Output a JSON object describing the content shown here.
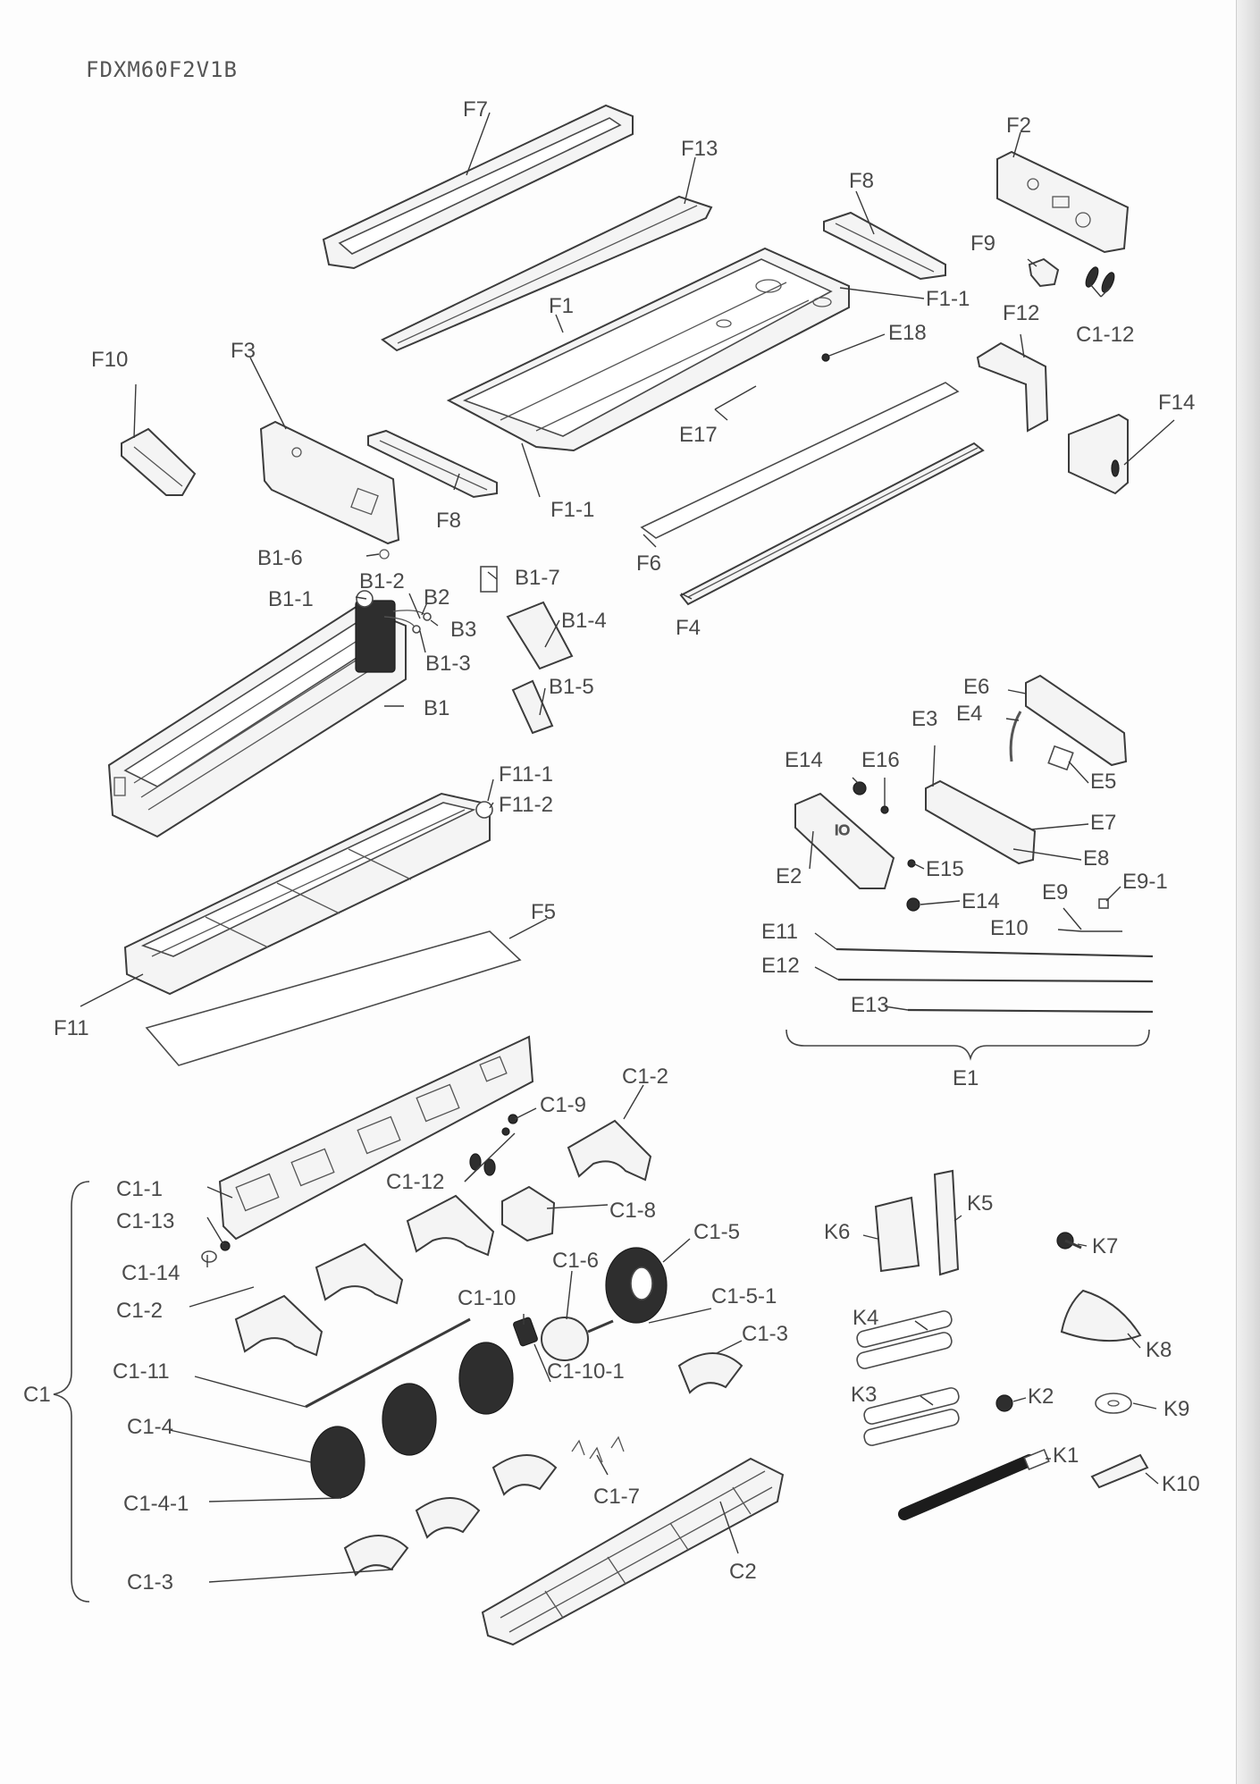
{
  "model": "FDXM60F2V1B",
  "labels": {
    "F7": "F7",
    "F13": "F13",
    "F8_top": "F8",
    "F2": "F2",
    "F9": "F9",
    "F1_1_top": "F1-1",
    "F1": "F1",
    "E18": "E18",
    "F12": "F12",
    "C1_12_top": "C1-12",
    "F10": "F10",
    "F3": "F3",
    "F14": "F14",
    "E17": "E17",
    "F8_mid": "F8",
    "F1_1_mid": "F1-1",
    "F6": "F6",
    "F4": "F4",
    "B1_6": "B1-6",
    "B1_7": "B1-7",
    "B1_2": "B1-2",
    "B1_1": "B1-1",
    "B2": "B2",
    "B3": "B3",
    "B1_4": "B1-4",
    "B1_3": "B1-3",
    "B1_5": "B1-5",
    "B1": "B1",
    "E6": "E6",
    "E3": "E3",
    "E4": "E4",
    "E14_a": "E14",
    "E16": "E16",
    "E5": "E5",
    "F11_1": "F11-1",
    "F11_2": "F11-2",
    "E7": "E7",
    "E8": "E8",
    "E2": "E2",
    "E15": "E15",
    "E14_b": "E14",
    "E9": "E9",
    "E9_1": "E9-1",
    "F5": "F5",
    "E10": "E10",
    "E11": "E11",
    "E12": "E12",
    "E13": "E13",
    "F11": "F11",
    "E1": "E1",
    "C1_2_a": "C1-2",
    "C1_9": "C1-9",
    "C1_1": "C1-1",
    "C1_12_b": "C1-12",
    "C1_8": "C1-8",
    "C1_13": "C1-13",
    "C1_5": "C1-5",
    "C1_6": "C1-6",
    "C1_14": "C1-14",
    "C1_10": "C1-10",
    "C1_5_1": "C1-5-1",
    "C1_2_b": "C1-2",
    "C1_3_a": "C1-3",
    "C1_11": "C1-11",
    "C1_10_1": "C1-10-1",
    "C1": "C1",
    "C1_4": "C1-4",
    "C1_7": "C1-7",
    "C1_4_1": "C1-4-1",
    "C2": "C2",
    "C1_3_b": "C1-3",
    "K5": "K5",
    "K6": "K6",
    "K7": "K7",
    "K4": "K4",
    "K8": "K8",
    "K3": "K3",
    "K2": "K2",
    "K9": "K9",
    "K1": "K1",
    "K10": "K10"
  }
}
